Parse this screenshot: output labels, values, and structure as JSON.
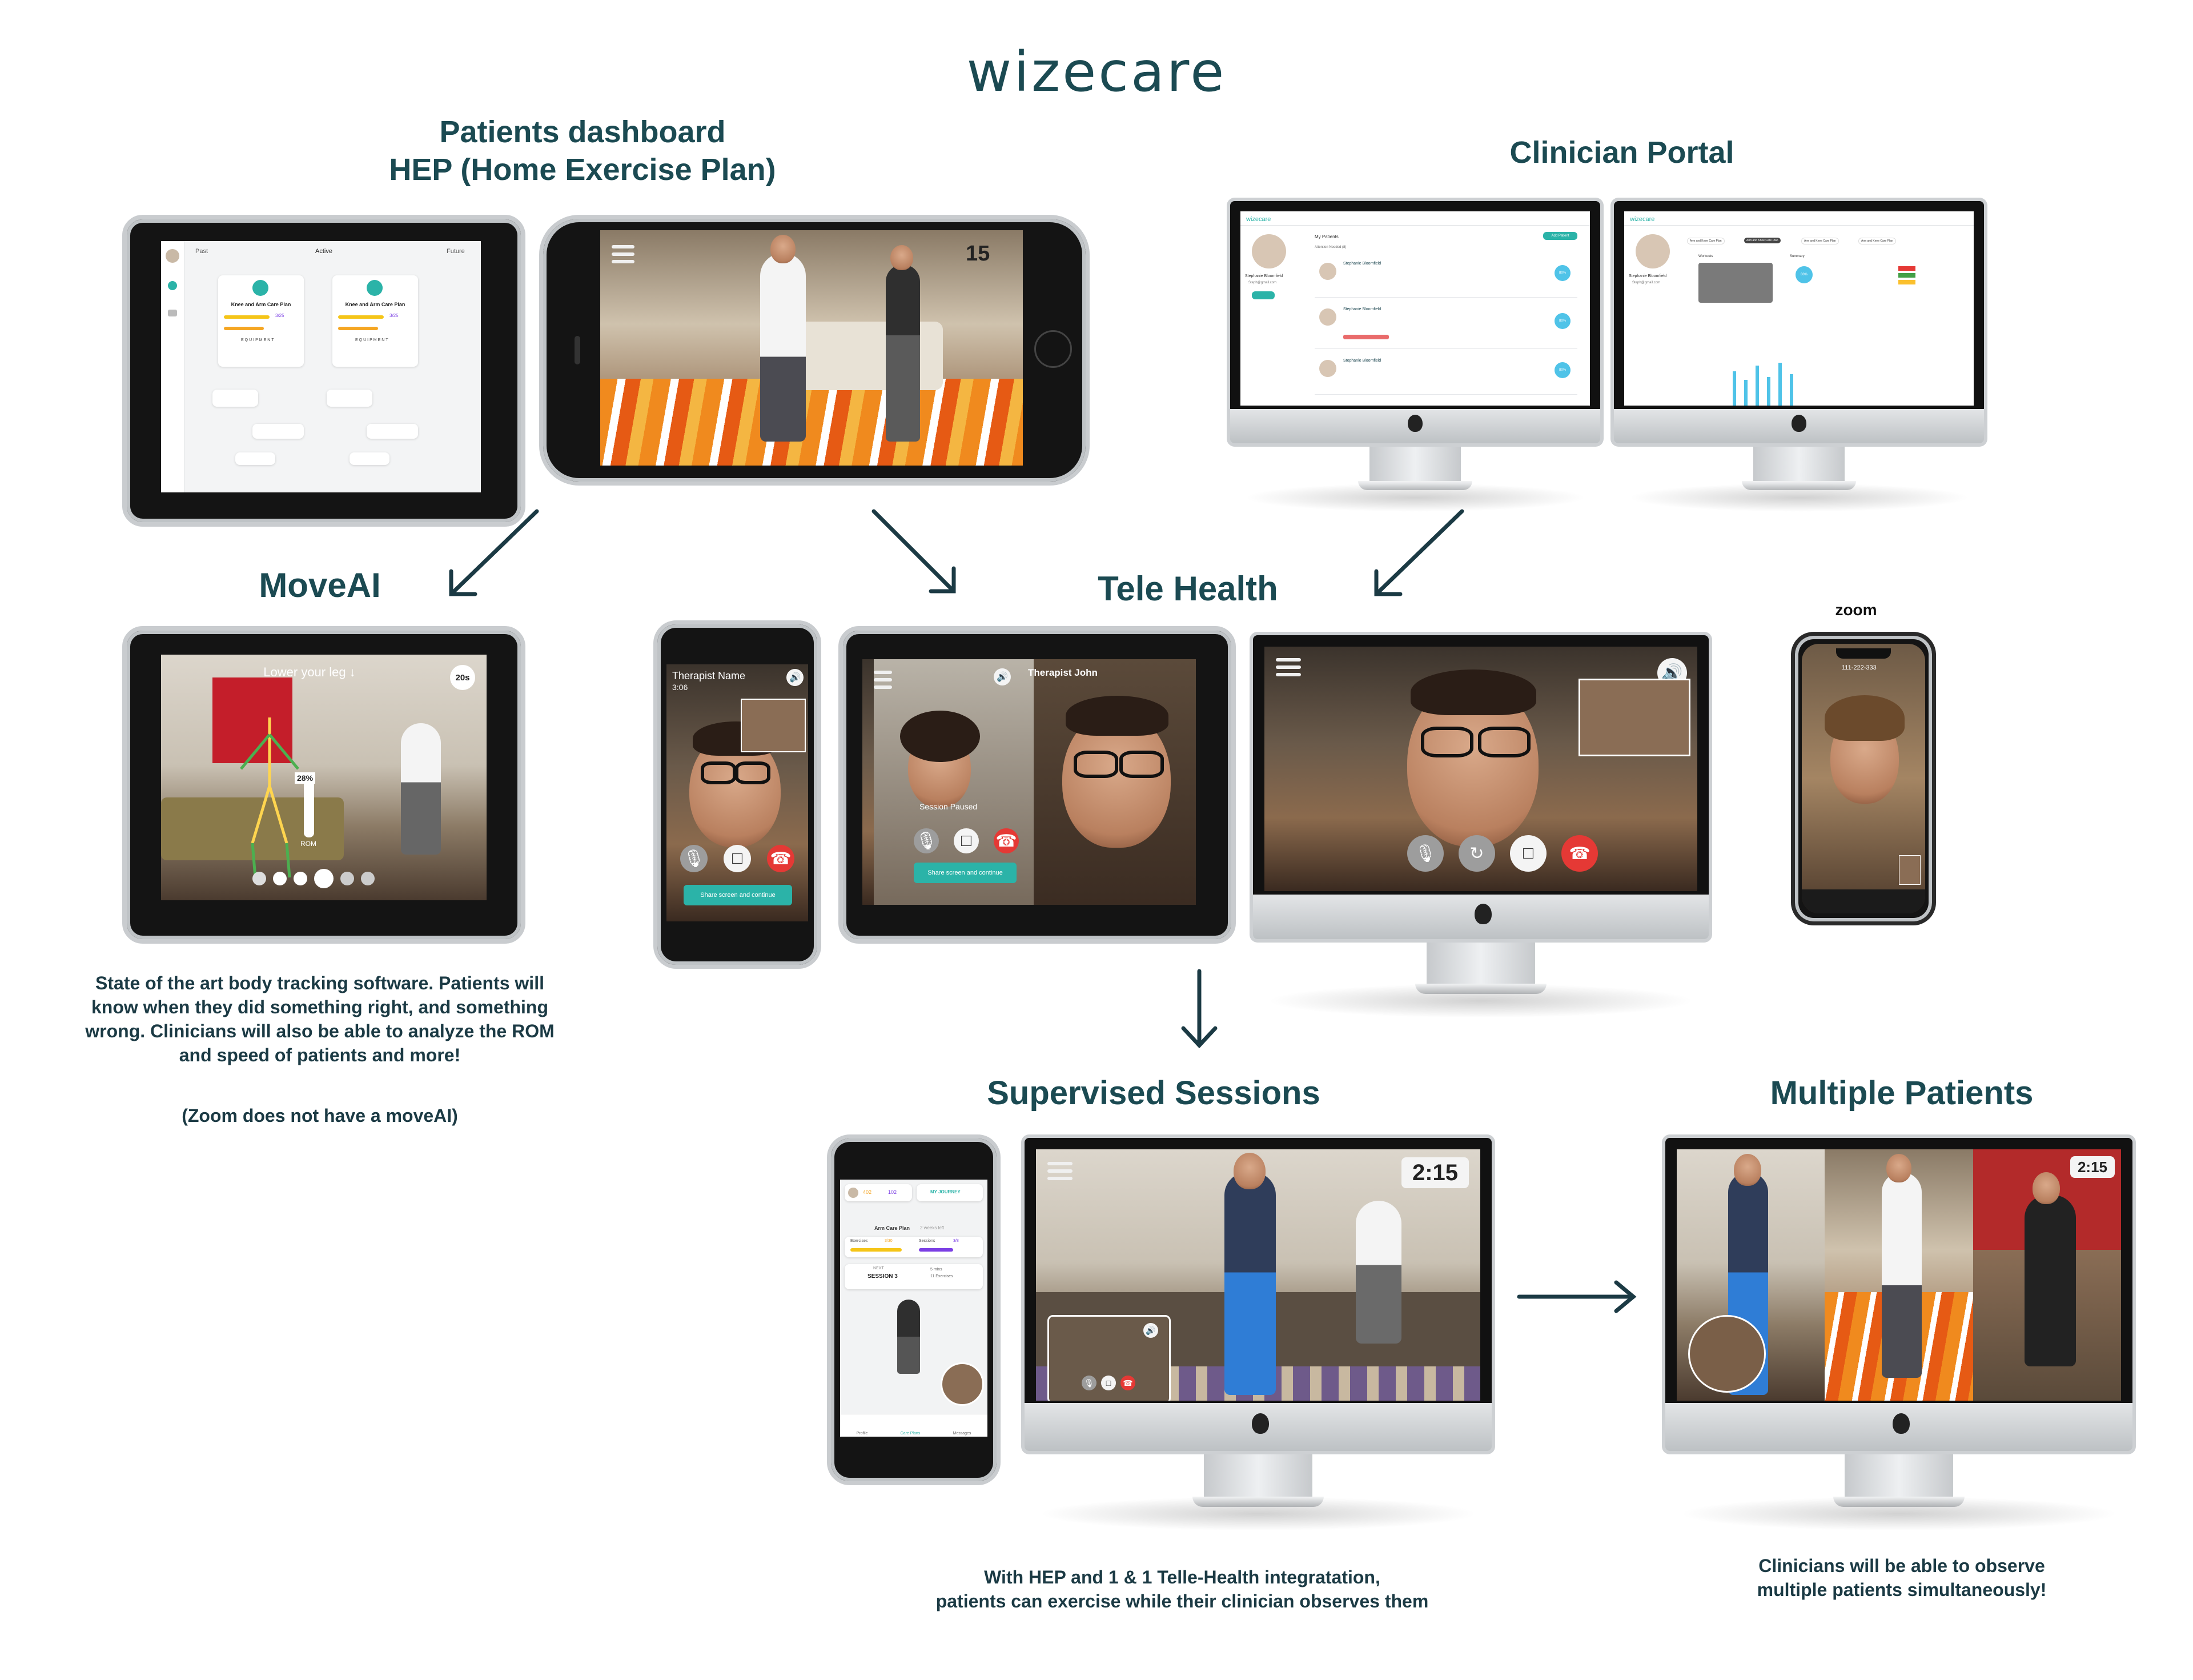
{
  "brand": {
    "logo_text": "wizecare",
    "accent": "#1b4a52",
    "teal": "#2bb3a8",
    "red": "#e53935"
  },
  "sections": {
    "patients_dashboard": {
      "title_line1": "Patients dashboard",
      "title_line2": "HEP (Home Exercise Plan)"
    },
    "clinician_portal": {
      "title": "Clinician Portal"
    },
    "moveai": {
      "title": "MoveAI",
      "caption_lines": [
        "State of the art body tracking software. Patients will",
        "know when they did something right, and something",
        "wrong. Clinicians will also be able to analyze the ROM",
        "and speed of patients and more!"
      ],
      "note": "(Zoom does not have a moveAI)"
    },
    "tele_health": {
      "title": "Tele Health"
    },
    "zoom": {
      "label": "zoom"
    },
    "supervised_sessions": {
      "title": "Supervised Sessions",
      "caption_line1": "With HEP and 1 & 1 Telle-Health integratation,",
      "caption_line2": "patients can exercise while their clinician observes them"
    },
    "multiple_patients": {
      "title": "Multiple Patients",
      "caption_line1": "Clinicians will be able to observe",
      "caption_line2": "multiple patients simultaneously!"
    }
  },
  "screens": {
    "hep_tablet": {
      "header_left": "Past",
      "header_center": "Active",
      "header_right": "Future",
      "plans": [
        {
          "name": "Knee and Arm Care Plan",
          "stat": "3/25",
          "equipment": "EQUIPMENT"
        },
        {
          "name": "Knee and Arm Care Plan",
          "stat": "3/25",
          "equipment": "EQUIPMENT"
        }
      ]
    },
    "hep_phone": {
      "counter": "15"
    },
    "portal_left": {
      "brand": "wizecare",
      "patient_name": "Stephanie Bloomfield",
      "email": "Steph@gmail.com",
      "section_label": "My Patients",
      "list_label": "Attention Needed (8)",
      "add_button": "Add Patient",
      "rows": [
        "Stephanie Bloomfield",
        "Stephanie Bloomfield",
        "Stephanie Bloomfield"
      ],
      "percent": "80%"
    },
    "portal_right": {
      "brand": "wizecare",
      "patient_name": "Stephanie Bloomfield",
      "email": "Steph@gmail.com",
      "tabs": [
        "Arm and Knee Care Plan",
        "Arm and Knee Care Plan",
        "Arm and Knee Care Plan",
        "Arm and Knee Care Plan"
      ],
      "summary_label": "Summary",
      "workout_label": "Workouts",
      "percent": "80%"
    },
    "moveai_tablet": {
      "instruction": "Lower your leg",
      "timer": "20s",
      "rom_percent": "28%",
      "rom_label": "ROM"
    },
    "tele_phone": {
      "therapist": "Therapist Name",
      "time": "3:06",
      "share_button": "Share screen and continue"
    },
    "tele_tablet": {
      "therapist": "Therapist John",
      "status": "Session Paused",
      "share_button": "Share screen and continue"
    },
    "zoom_phone": {
      "number": "111-222-333"
    },
    "supervised_phone": {
      "stats_left": "402",
      "stats_mid": "102",
      "journey": "MY JOURNEY",
      "plan": "Arm Care Plan",
      "plan_sub": "2 weeks left",
      "exercises_label": "Exercises",
      "exercises_val": "3/30",
      "sessions_label": "Sessions",
      "sessions_val": "3/8",
      "next_label": "NEXT",
      "session": "SESSION 3",
      "session_meta": "5 mins",
      "session_meta2": "11 Exercises",
      "nav": [
        "Profile",
        "Care Plans",
        "Messages"
      ]
    },
    "supervised_imac": {
      "timer": "2:15"
    },
    "multiple_imac": {
      "timer": "2:15"
    }
  }
}
